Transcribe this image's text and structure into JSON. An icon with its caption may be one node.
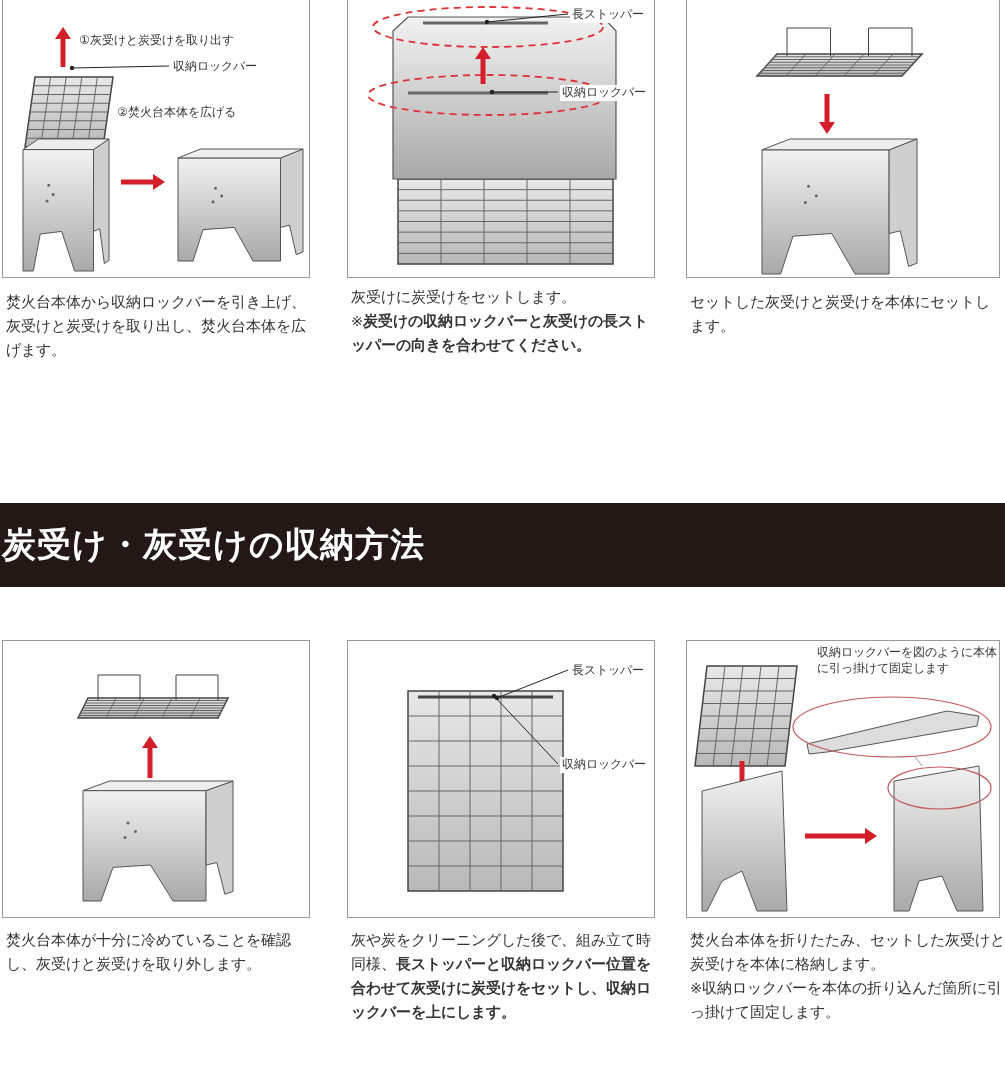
{
  "diagram": {
    "title": "炭受け・灰受けの収納方法",
    "nodes": [
      {
        "text": [
          "①灰受けと炭受けを取り出す",
          "②焚火台本体を広げる"
        ],
        "beside": [
          "焚火台本体から収納ロックバーを引き上げ、灰受けと炭受けを取り出し、焚火台本体を広げます。"
        ]
      },
      {
        "text": [
          "収納ロックバー"
        ],
        "in": 0
      },
      {
        "text": [],
        "shape": "picture",
        "beside": [
          "灰受けに炭受けをセットします。",
          "※**炭受けの収納ロックバーと灰受けの長ストッパーの向きを合わせてください。**"
        ]
      },
      {
        "text": [
          "長ストッパー"
        ],
        "in": 2
      },
      {
        "text": [
          "収納ロックバー"
        ],
        "in": 2
      },
      {
        "text": [],
        "shape": "picture",
        "beside": [
          "セットした灰受けと炭受けを本体にセットします。"
        ]
      },
      {
        "text": [],
        "shape": "picture",
        "beside": [
          "焚火台本体が十分に冷めていることを確認し、灰受けと炭受けを取り外します。"
        ]
      },
      {
        "text": [],
        "shape": "picture",
        "beside": [
          "灰や炭をクリーニングした後で、組み立て時同様、**長ストッパーと収納ロックバー位置を合わせて灰受けに炭受けをセットし、収納ロックバーを上にします。**"
        ]
      },
      {
        "text": [
          "長ストッパー"
        ],
        "in": 7
      },
      {
        "text": [
          "収納ロックバー"
        ],
        "in": 7
      },
      {
        "text": [
          "収納ロックバーを図のように本体に引っ掛けて固定します"
        ],
        "beside": [
          "焚火台本体を折りたたみ、セットした灰受けと炭受けを本体に格納します。",
          "※収納ロックバーを本体の折り込んだ箇所に引っ掛けて固定します。"
        ]
      },
      {
        "text": [],
        "shape": "ellipse",
        "in": 10
      },
      {
        "text": [],
        "shape": "ellipse",
        "in": 10
      }
    ],
    "edges": [
      {
        "from": 1,
        "to": null,
        "arrow": "other"
      },
      {
        "from": 3,
        "to": null,
        "arrow": "other"
      },
      {
        "from": 4,
        "to": null,
        "arrow": "other"
      },
      {
        "from": 8,
        "to": null,
        "arrow": "other"
      },
      {
        "from": 9,
        "to": null,
        "arrow": "other"
      },
      {
        "from": 11,
        "to": 12,
        "arrow": "none",
        "color": "#999999"
      }
    ]
  }
}
